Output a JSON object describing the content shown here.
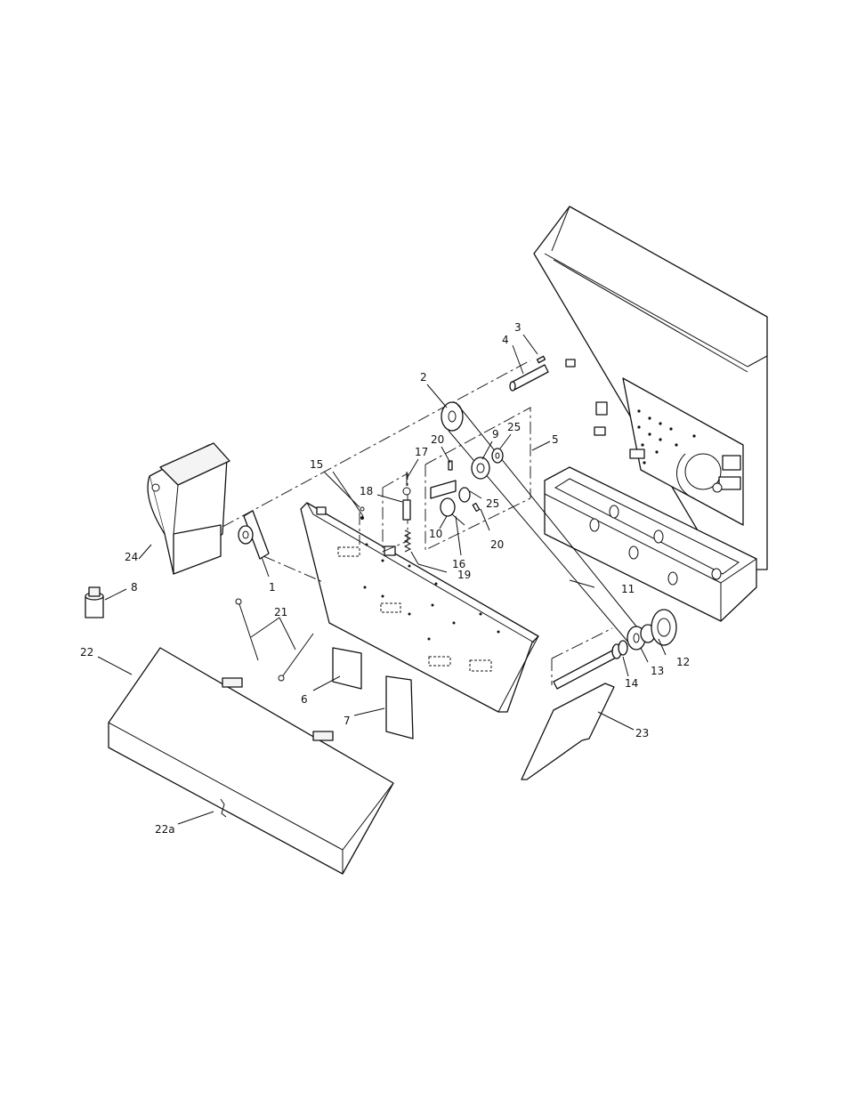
{
  "figure": {
    "type": "exploded-parts-diagram",
    "line_color": "#111111",
    "background": "#ffffff"
  },
  "callouts": [
    {
      "id": "1",
      "label": "1"
    },
    {
      "id": "2",
      "label": "2"
    },
    {
      "id": "3",
      "label": "3"
    },
    {
      "id": "4",
      "label": "4"
    },
    {
      "id": "5",
      "label": "5"
    },
    {
      "id": "6",
      "label": "6"
    },
    {
      "id": "7",
      "label": "7"
    },
    {
      "id": "8",
      "label": "8"
    },
    {
      "id": "9",
      "label": "9"
    },
    {
      "id": "10",
      "label": "10"
    },
    {
      "id": "11",
      "label": "11"
    },
    {
      "id": "12",
      "label": "12"
    },
    {
      "id": "13",
      "label": "13"
    },
    {
      "id": "14",
      "label": "14"
    },
    {
      "id": "15",
      "label": "15"
    },
    {
      "id": "16",
      "label": "16"
    },
    {
      "id": "17",
      "label": "17"
    },
    {
      "id": "18",
      "label": "18"
    },
    {
      "id": "19",
      "label": "19"
    },
    {
      "id": "20a",
      "label": "20"
    },
    {
      "id": "20b",
      "label": "20"
    },
    {
      "id": "21",
      "label": "21"
    },
    {
      "id": "22",
      "label": "22"
    },
    {
      "id": "22a",
      "label": "22a"
    },
    {
      "id": "23",
      "label": "23"
    },
    {
      "id": "24",
      "label": "24"
    },
    {
      "id": "25a",
      "label": "25"
    },
    {
      "id": "25b",
      "label": "25"
    }
  ]
}
